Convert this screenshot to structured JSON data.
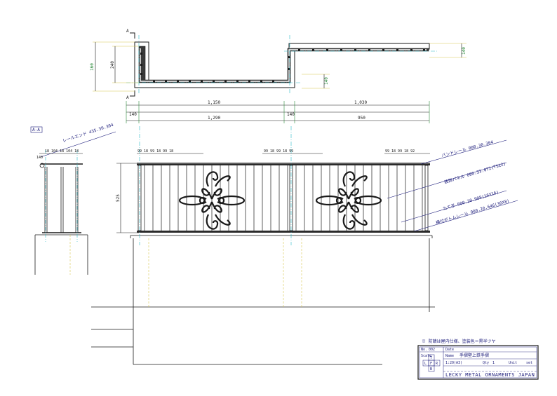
{
  "plan_view": {
    "section_markers": [
      "A",
      "A"
    ],
    "dims_left": [
      "160",
      "240"
    ],
    "dims_right_top": "140",
    "dims_right_mid": "140",
    "dim_row1": [
      "1,150",
      "1,030"
    ],
    "dim_row2": [
      "140",
      "140"
    ],
    "dim_row3": [
      "1,290",
      "950"
    ]
  },
  "section_view": {
    "tag": "A-A",
    "top_label": "レールエンド 435.30.304",
    "spacing_text": "18 104 18 104 18",
    "small_dim": "140"
  },
  "elevation": {
    "height_dim": "525",
    "spacing_groups": [
      "99 18 99 18 99 18",
      "99 18 99 18 99",
      "99 18 99 18 92"
    ],
    "callouts": [
      "バンドレール 000.30.304",
      "装飾パネル 000.33.072(TS12)",
      "たて子 000.20.908(16X16)",
      "横付ボトムレール 000.20.646(30X8)"
    ]
  },
  "title_block": {
    "note": "※ 防錆は屋内仕様、塗装色＝黒半ツヤ",
    "no_label": "No.",
    "no_value": "002",
    "date_label": "Date",
    "scale_label": "Scale",
    "scale_value": "1:20(A3)",
    "name_label": "Name",
    "name_value": "手摺壁上鉄手摺",
    "qty_label": "Qty",
    "qty_value": "1",
    "unit_label": "Unit",
    "unit_value": "set",
    "lfr": [
      "T",
      "L",
      "F",
      "R",
      "B"
    ],
    "company": "LECKY METAL ORNAMENTS JAPAN"
  }
}
